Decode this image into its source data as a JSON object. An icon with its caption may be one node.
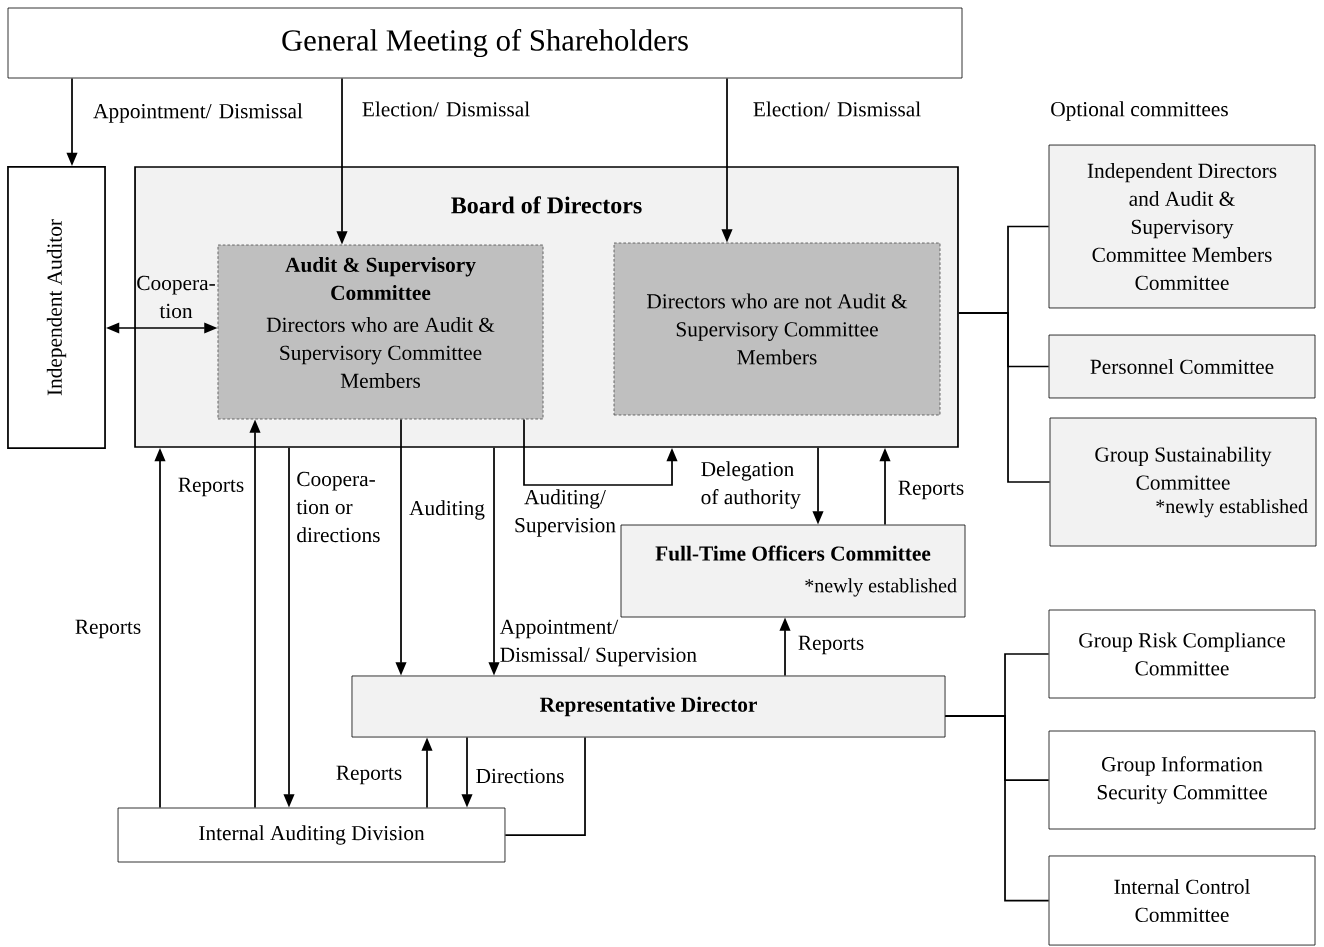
{
  "diagram": {
    "nodes": [
      {
        "text": [
          "General Meeting of Shareholders"
        ]
      },
      {
        "text": [
          "Independent Auditor"
        ]
      },
      {
        "text": [
          "Board of Directors"
        ]
      },
      {
        "text": [
          "Audit & Supervisory Committee",
          "Directors who are Audit & Supervisory Committee Members"
        ],
        "in": 2
      },
      {
        "text": [
          "Directors who are not Audit & Supervisory Committee Members"
        ],
        "in": 2
      },
      {
        "text": [
          "Full-Time Officers Committee",
          "*newly established"
        ]
      },
      {
        "text": [
          "Representative Director"
        ]
      },
      {
        "text": [
          "Internal Auditing Division"
        ]
      },
      {
        "text": [
          "Independent Directors and Audit & Supervisory Committee Members Committee"
        ]
      },
      {
        "text": [
          "Personnel Committee"
        ]
      },
      {
        "text": [
          "Group Sustainability Committee",
          "*newly established"
        ]
      },
      {
        "text": [
          "Group Risk Compliance Committee"
        ]
      },
      {
        "text": [
          "Group Information Security Committee"
        ]
      },
      {
        "text": [
          "Internal Control Committee"
        ]
      }
    ],
    "edges": [
      {
        "from": 0,
        "to": 1,
        "arrow": "to",
        "label": "Appointment/ Dismissal"
      },
      {
        "from": 0,
        "to": 3,
        "arrow": "to",
        "label": "Election/ Dismissal"
      },
      {
        "from": 0,
        "to": 4,
        "arrow": "to",
        "label": "Election/ Dismissal"
      },
      {
        "from": 1,
        "to": 3,
        "arrow": "both",
        "label": "Coopera-tion"
      },
      {
        "from": 7,
        "to": 2,
        "arrow": "to",
        "label": "Reports"
      },
      {
        "from": 7,
        "to": 3,
        "arrow": "to",
        "label": "Reports"
      },
      {
        "from": 2,
        "to": 7,
        "arrow": "to",
        "label": "Coopera-tion or directions"
      },
      {
        "from": 3,
        "to": 6,
        "arrow": "to",
        "label": "Auditing"
      },
      {
        "from": 2,
        "to": 6,
        "arrow": "to",
        "label": "Appointment/ Dismissal/ Supervision"
      },
      {
        "from": 3,
        "to": 2,
        "arrow": "to",
        "label": "Auditing/ Supervision"
      },
      {
        "from": 2,
        "to": 5,
        "arrow": "to",
        "label": "Delegation of authority"
      },
      {
        "from": 5,
        "to": 2,
        "arrow": "to",
        "label": "Reports"
      },
      {
        "from": 6,
        "to": 5,
        "arrow": "to",
        "label": "Reports"
      },
      {
        "from": 7,
        "to": 6,
        "arrow": "to",
        "label": "Reports"
      },
      {
        "from": 6,
        "to": 7,
        "arrow": "to",
        "label": "Directions"
      },
      {
        "from": 6,
        "to": 7,
        "arrow": "none"
      },
      {
        "from": 2,
        "to": 8,
        "arrow": "none"
      },
      {
        "from": 2,
        "to": 9,
        "arrow": "none"
      },
      {
        "from": 2,
        "to": 10,
        "arrow": "none"
      },
      {
        "from": 6,
        "to": 11,
        "arrow": "none"
      },
      {
        "from": 6,
        "to": 12,
        "arrow": "none"
      },
      {
        "from": 6,
        "to": 13,
        "arrow": "none"
      }
    ],
    "labels": [
      "Optional committees"
    ]
  }
}
